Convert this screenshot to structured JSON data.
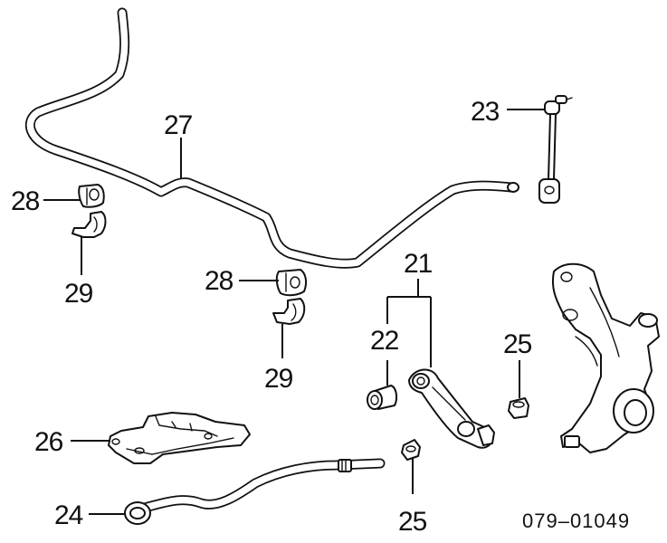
{
  "diagram": {
    "callouts": {
      "c21": "21",
      "c22": "22",
      "c23": "23",
      "c24": "24",
      "c25a": "25",
      "c25b": "25",
      "c26": "26",
      "c27": "27",
      "c28a": "28",
      "c28b": "28",
      "c29a": "29",
      "c29b": "29"
    },
    "doc_number": "079–01049"
  }
}
